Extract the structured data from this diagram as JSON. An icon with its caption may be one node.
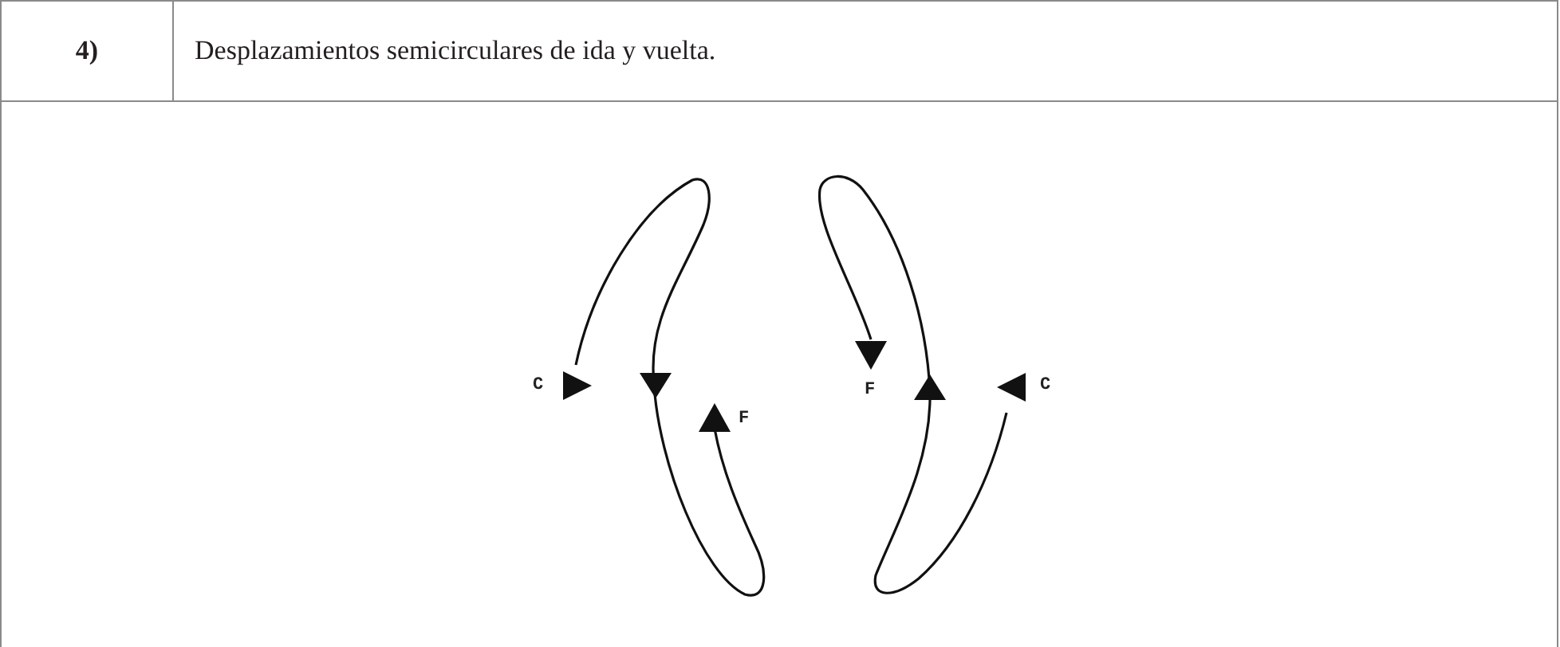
{
  "diagram": {
    "labels": [
      "4)",
      "Desplazamientos semicirculares de ida y vuelta.",
      "C",
      "F",
      "F",
      "C"
    ]
  }
}
